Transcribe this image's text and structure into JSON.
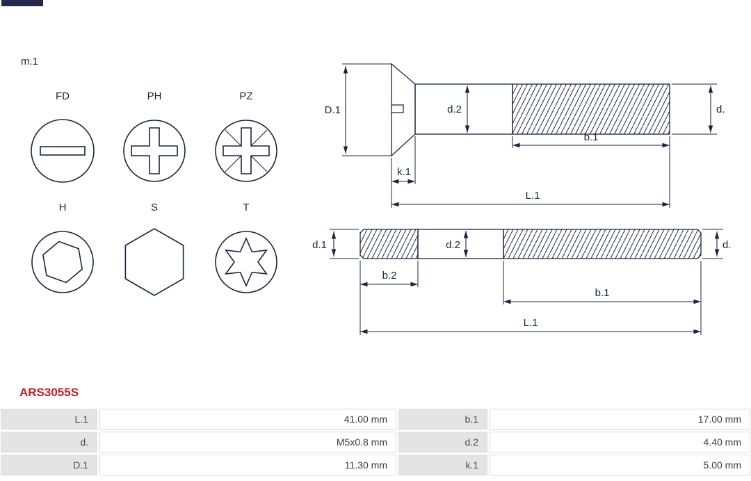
{
  "page": {
    "variant_label": "m.1",
    "part_number": "ARS3055S",
    "colors": {
      "drawing": "#1c2340",
      "part_number_red": "#c22026",
      "table_label_bg": "#e4e4e4"
    }
  },
  "head_types": [
    {
      "label": "FD",
      "icon": "slotted-drive-icon"
    },
    {
      "label": "PH",
      "icon": "phillips-drive-icon"
    },
    {
      "label": "PZ",
      "icon": "pozidriv-drive-icon"
    },
    {
      "label": "H",
      "icon": "hex-socket-drive-icon"
    },
    {
      "label": "S",
      "icon": "hex-head-icon"
    },
    {
      "label": "T",
      "icon": "torx-drive-icon"
    }
  ],
  "countersunk_screw_diagram": {
    "labels": {
      "head_diameter": "D.1",
      "shank_diameter": "d.2",
      "thread_diameter": "d.",
      "thread_length": "b.1",
      "head_height": "k.1",
      "total_length": "L.1"
    }
  },
  "stud_diagram": {
    "labels": {
      "left_diameter": "d.1",
      "middle_diameter": "d.2",
      "right_diameter": "d.",
      "left_thread_length": "b.2",
      "right_thread_length": "b.1",
      "total_length": "L.1"
    }
  },
  "dimensions_table": {
    "rows": [
      {
        "label1": "L.1",
        "value1": "41.00 mm",
        "label2": "b.1",
        "value2": "17.00 mm"
      },
      {
        "label1": "d.",
        "value1": "M5x0.8 mm",
        "label2": "d.2",
        "value2": "4.40 mm"
      },
      {
        "label1": "D.1",
        "value1": "11.30 mm",
        "label2": "k.1",
        "value2": "5.00 mm"
      }
    ]
  }
}
